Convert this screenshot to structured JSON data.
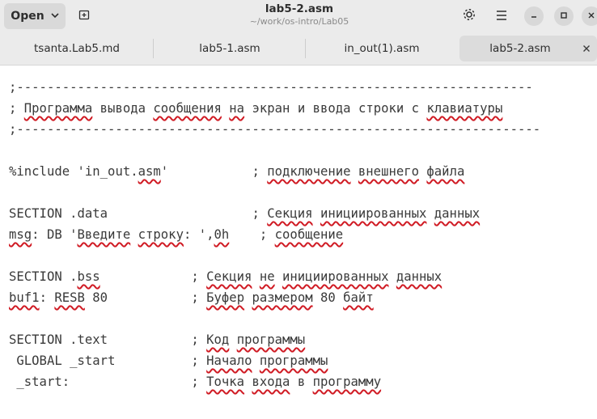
{
  "header": {
    "open_label": "Open",
    "title": "lab5-2.asm",
    "subtitle": "~/work/os-intro/Lab05",
    "icons": [
      "new-tab-icon",
      "settings-icon",
      "hamburger-menu-icon",
      "minimize-icon",
      "maximize-icon",
      "close-icon"
    ]
  },
  "tabs": [
    {
      "label": "tsanta.Lab5.md",
      "active": false
    },
    {
      "label": "lab5-1.asm",
      "active": false
    },
    {
      "label": "in_out(1).asm",
      "active": false
    },
    {
      "label": "lab5-2.asm",
      "active": true
    }
  ],
  "code": {
    "lines": [
      ";--------------------------------------------------------------------",
      "; Программа вывода сообщения на экран и ввода строки с клавиатуры",
      ";---------------------------------------------------------------------",
      "",
      "%include 'in_out.asm'           ; подключение внешнего файла",
      "",
      "SECTION .data                   ; Секция инициированных данных",
      "msg: DB 'Введите строку: ',0h    ; сообщение",
      "",
      "SECTION .bss            ; Секция не инициированных данных",
      "buf1: RESB 80           ; Буфер размером 80 байт",
      "",
      "SECTION .text           ; Код программы",
      " GLOBAL _start          ; Начало программы",
      " _start:                ; Точка входа в программу"
    ],
    "spellcheck_words": [
      "Программа",
      "сообщения",
      "на",
      "клавиатуры",
      "asm",
      "подключение",
      "внешнего",
      "файла",
      "Секция",
      "инициированных",
      "данных",
      "msg",
      "Введите",
      "строку",
      "0h",
      "сообщение",
      "bss",
      "не",
      "buf1",
      "RESB",
      "Буфер",
      "размером",
      "байт",
      "Код",
      "программы",
      "Начало",
      "Точка",
      "входа",
      "программу"
    ]
  },
  "colors": {
    "headerbar_bg": "#ebebeb",
    "editor_bg": "#ffffff",
    "text": "#3a3a3a",
    "spell_underline": "#d01b24"
  }
}
